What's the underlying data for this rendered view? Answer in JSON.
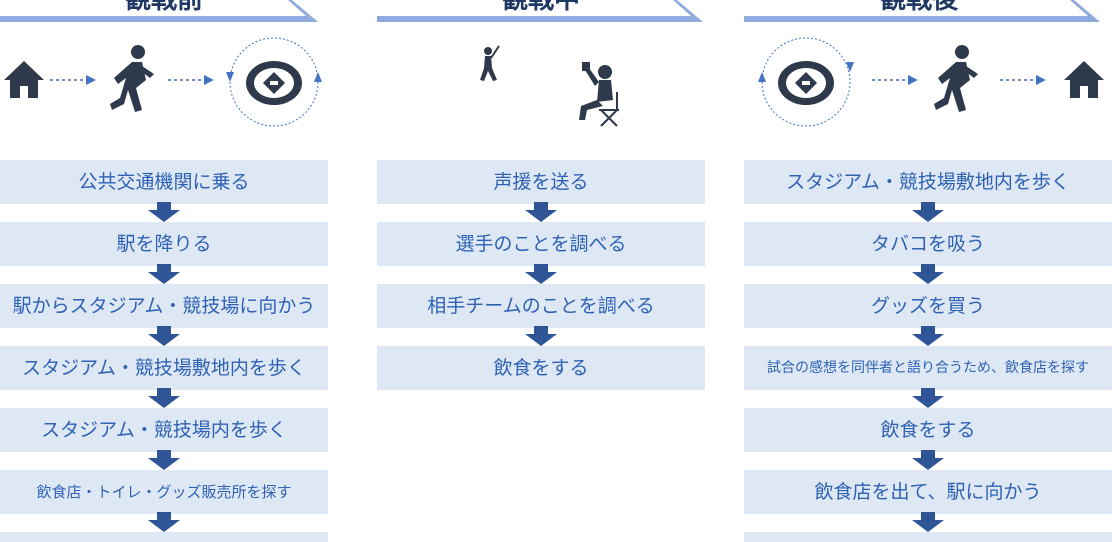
{
  "columns": [
    {
      "title": "観戦前",
      "steps": [
        "公共交通機関に乗る",
        "駅を降りる",
        "駅からスタジアム・競技場に向かう",
        "スタジアム・競技場敷地内を歩く",
        "スタジアム・競技場内を歩く",
        "飲食店・トイレ・グッズ販売所を探す",
        ""
      ],
      "icons": [
        "house-icon",
        "walking-person-icon",
        "stadium-icon"
      ]
    },
    {
      "title": "観戦中",
      "steps": [
        "声援を送る",
        "選手のことを調べる",
        "相手チームのことを調べる",
        "飲食をする"
      ],
      "icons": [
        "batter-icon",
        "seated-spectator-icon"
      ]
    },
    {
      "title": "観戦後",
      "steps": [
        "スタジアム・競技場敷地内を歩く",
        "タバコを吸う",
        "グッズを買う",
        "試合の感想を同伴者と語り合うため、飲食店を探す",
        "飲食をする",
        "飲食店を出て、駅に向かう",
        ""
      ],
      "icons": [
        "stadium-icon",
        "walking-person-icon",
        "house-icon"
      ]
    }
  ],
  "colors": {
    "box_fill": "#dde8f4",
    "box_text": "#2f62b5",
    "arrow": "#2f5597",
    "icon": "#2e3a4b",
    "header_band": "#8faadc"
  }
}
